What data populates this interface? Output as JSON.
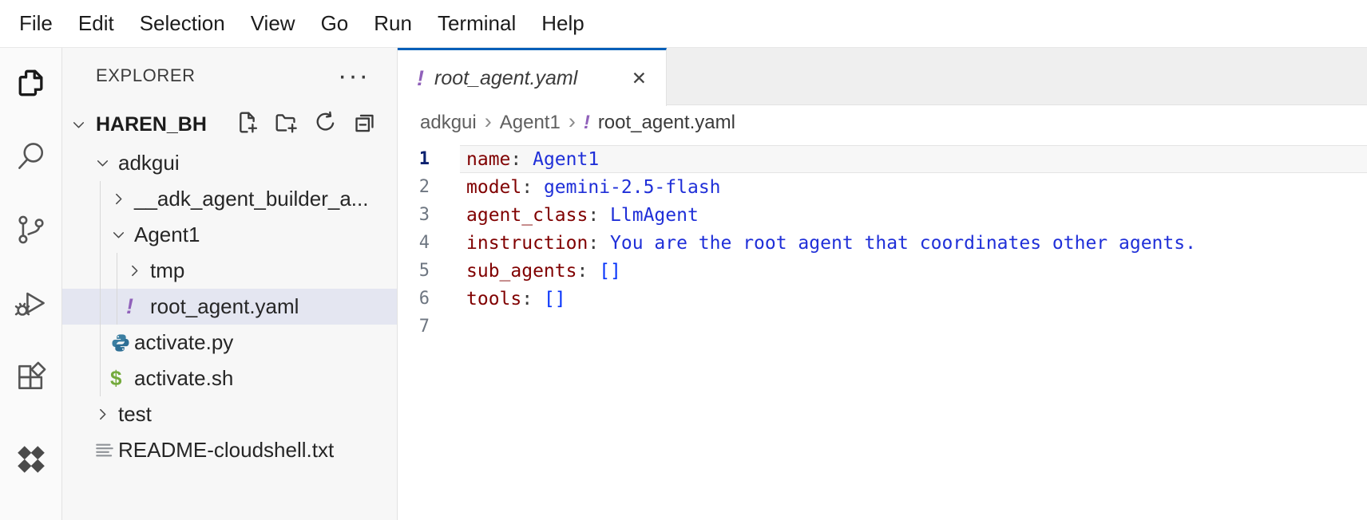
{
  "menu": {
    "items": [
      "File",
      "Edit",
      "Selection",
      "View",
      "Go",
      "Run",
      "Terminal",
      "Help"
    ]
  },
  "activity_bar": {
    "items": [
      {
        "icon": "files-icon",
        "active": true
      },
      {
        "icon": "search-icon",
        "active": false
      },
      {
        "icon": "source-control-icon",
        "active": false
      },
      {
        "icon": "run-debug-icon",
        "active": false
      },
      {
        "icon": "extensions-icon",
        "active": false
      },
      {
        "icon": "diamonds-icon",
        "active": false
      }
    ]
  },
  "explorer": {
    "title": "EXPLORER",
    "more_glyph": "···",
    "workspace_label": "HAREN_BH",
    "workspace_actions": [
      "new-file-icon",
      "new-folder-icon",
      "refresh-icon",
      "collapse-all-icon"
    ],
    "tree": [
      {
        "label": "adkgui",
        "depth": 0,
        "kind": "folder",
        "expanded": true,
        "selected": false
      },
      {
        "label": "__adk_agent_builder_a...",
        "depth": 1,
        "kind": "folder",
        "expanded": false,
        "selected": false
      },
      {
        "label": "Agent1",
        "depth": 1,
        "kind": "folder",
        "expanded": true,
        "selected": false
      },
      {
        "label": "tmp",
        "depth": 2,
        "kind": "folder",
        "expanded": false,
        "selected": false
      },
      {
        "label": "root_agent.yaml",
        "depth": 2,
        "kind": "file",
        "icon": "yaml-icon",
        "selected": true
      },
      {
        "label": "activate.py",
        "depth": 1,
        "kind": "file",
        "icon": "python-icon",
        "selected": false
      },
      {
        "label": "activate.sh",
        "depth": 1,
        "kind": "file",
        "icon": "shell-icon",
        "selected": false
      },
      {
        "label": "test",
        "depth": 0,
        "kind": "folder",
        "expanded": false,
        "selected": false
      },
      {
        "label": "README-cloudshell.txt",
        "depth": 0,
        "kind": "file",
        "icon": "text-file-icon",
        "selected": false
      }
    ]
  },
  "editor": {
    "tab": {
      "title": "root_agent.yaml",
      "icon": "yaml-icon",
      "close_glyph": "✕",
      "preview": true
    },
    "breadcrumbs": {
      "segments": [
        "adkgui",
        "Agent1"
      ],
      "file_label": "root_agent.yaml",
      "separator": "›"
    },
    "code": {
      "language": "yaml",
      "active_line": 1,
      "lines": [
        {
          "num": 1,
          "tokens": [
            [
              "key",
              "name"
            ],
            [
              "punct",
              ": "
            ],
            [
              "val",
              "Agent1"
            ]
          ]
        },
        {
          "num": 2,
          "tokens": [
            [
              "key",
              "model"
            ],
            [
              "punct",
              ": "
            ],
            [
              "val",
              "gemini-2.5-flash"
            ]
          ]
        },
        {
          "num": 3,
          "tokens": [
            [
              "key",
              "agent_class"
            ],
            [
              "punct",
              ": "
            ],
            [
              "val",
              "LlmAgent"
            ]
          ]
        },
        {
          "num": 4,
          "tokens": [
            [
              "key",
              "instruction"
            ],
            [
              "punct",
              ": "
            ],
            [
              "val",
              "You are the root agent that coordinates other agents."
            ]
          ]
        },
        {
          "num": 5,
          "tokens": [
            [
              "key",
              "sub_agents"
            ],
            [
              "punct",
              ": "
            ],
            [
              "bracket",
              "[]"
            ]
          ]
        },
        {
          "num": 6,
          "tokens": [
            [
              "key",
              "tools"
            ],
            [
              "punct",
              ": "
            ],
            [
              "bracket",
              "[]"
            ]
          ]
        },
        {
          "num": 7,
          "tokens": []
        }
      ]
    }
  },
  "colors": {
    "tab_active_border": "#005fb8",
    "yaml_key": "#800000",
    "yaml_value": "#1f2fd8",
    "bracket": "#0431fa",
    "yaml_icon_purple": "#9061ba",
    "selected_row_bg": "#e4e6f1"
  }
}
